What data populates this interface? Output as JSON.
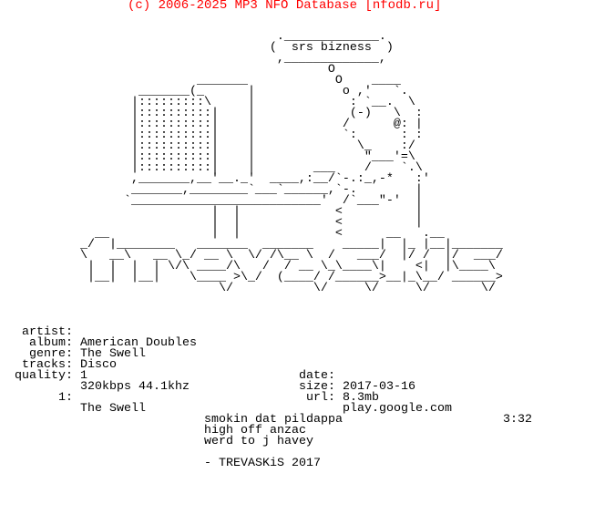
{
  "header": "(c) 2006-2025 MP3 NFO Database [nfodb.ru]",
  "art": [
    "                                      ._____________.",
    "                                     (  srs bizness  )",
    "                                      ,_____________,",
    "                                             O",
    "                           _______            O    ____",
    "                   _______(_      |            o ,'   `.",
    "                  |:::::::::\\     |             : `__.  \\",
    "                  |::::::::::|    |             (-)   \\  :",
    "                  |::::::::::|    |            /      @: |",
    "                  |::::::::::|    |            `:      : :",
    "                  |::::::::::|    |              \\_    :/",
    "                  |::::::::::|    |               \"___'=\\",
    "                  |::::::::::|    |        ___    /    `.\\",
    "                  ,_______,__'__._'  ____,:__/`-.:_,-*   :'",
    "                  _______,________`___`______,`-.        |",
    "                 `__________________________'  /`___\"-'  |",
    "                             |  |             <          |",
    "                             |  |             <          |",
    "             __              |  |             <      __   .__",
    "           _/  |________   _______  _______    _____|  |_ |__|_______",
    "           \\   __\\   __ \\_/ __ \\  \\/ /\\__ \\  /   ___/  |/ /  |/  ___/",
    "            |  |  |  | \\/\\ ____/\\   /  / __ \\_\\____\\|    <|  |\\____\\",
    "            |__|  |__|    \\____ >\\_/  (____/ /______>__|_\\__/ ______>",
    "                              \\/           \\/     \\/     \\/       \\/"
  ],
  "info": {
    "left": [
      {
        "label": "artist:",
        "value": "American Doubles"
      },
      {
        "label": "album:",
        "value": "The Swell"
      },
      {
        "label": "genre:",
        "value": "Disco"
      },
      {
        "label": "tracks:",
        "value": "1"
      },
      {
        "label": "quality:",
        "value": "320kbps 44.1khz"
      }
    ],
    "right": [
      {
        "label": "date:",
        "value": "2017-03-16"
      },
      {
        "label": "size:",
        "value": "8.3mb"
      },
      {
        "label": "url:",
        "value": "play.google.com"
      }
    ]
  },
  "tracklist": [
    {
      "num": "1:",
      "title": "The Swell",
      "duration": "3:32"
    }
  ],
  "notes": [
    "smokin dat pildappa",
    "high off anzac",
    "werd to j havey",
    "- TREVASKiS 2017"
  ],
  "colors": {
    "header": "#ff0000",
    "text": "#000000",
    "background": "#ffffff"
  }
}
